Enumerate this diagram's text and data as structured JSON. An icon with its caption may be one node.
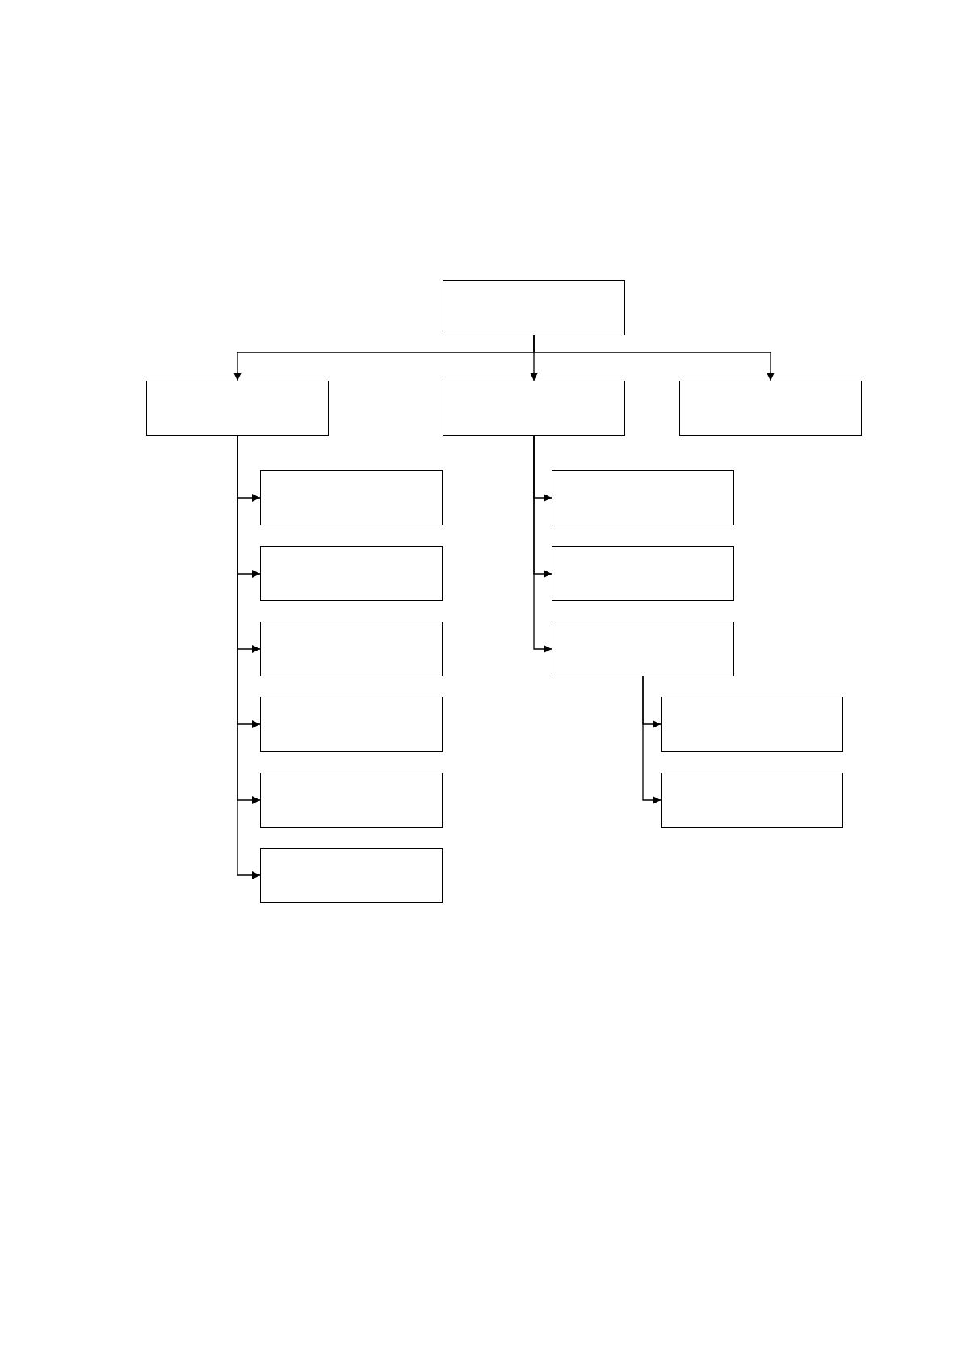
{
  "diagram": {
    "nodes": [
      {
        "text": [],
        "shape": "box"
      },
      {
        "text": [],
        "shape": "box"
      },
      {
        "text": [],
        "shape": "box"
      },
      {
        "text": [],
        "shape": "box"
      },
      {
        "text": [],
        "shape": "box"
      },
      {
        "text": [],
        "shape": "box"
      },
      {
        "text": [],
        "shape": "box"
      },
      {
        "text": [],
        "shape": "box"
      },
      {
        "text": [],
        "shape": "box"
      },
      {
        "text": [],
        "shape": "box"
      },
      {
        "text": [],
        "shape": "box"
      },
      {
        "text": [],
        "shape": "box"
      },
      {
        "text": [],
        "shape": "box"
      },
      {
        "text": [],
        "shape": "box"
      },
      {
        "text": [],
        "shape": "box"
      }
    ],
    "edges": [
      {
        "from": 0,
        "to": 1,
        "arrow": "to"
      },
      {
        "from": 0,
        "to": 2,
        "arrow": "to"
      },
      {
        "from": 0,
        "to": 3,
        "arrow": "to"
      },
      {
        "from": 1,
        "to": 4,
        "arrow": "to"
      },
      {
        "from": 1,
        "to": 5,
        "arrow": "to"
      },
      {
        "from": 1,
        "to": 6,
        "arrow": "to"
      },
      {
        "from": 1,
        "to": 7,
        "arrow": "to"
      },
      {
        "from": 1,
        "to": 8,
        "arrow": "to"
      },
      {
        "from": 1,
        "to": 9,
        "arrow": "to"
      },
      {
        "from": 2,
        "to": 10,
        "arrow": "to"
      },
      {
        "from": 2,
        "to": 11,
        "arrow": "to"
      },
      {
        "from": 2,
        "to": 12,
        "arrow": "to"
      },
      {
        "from": 12,
        "to": 13,
        "arrow": "to"
      },
      {
        "from": 12,
        "to": 14,
        "arrow": "to"
      }
    ]
  }
}
